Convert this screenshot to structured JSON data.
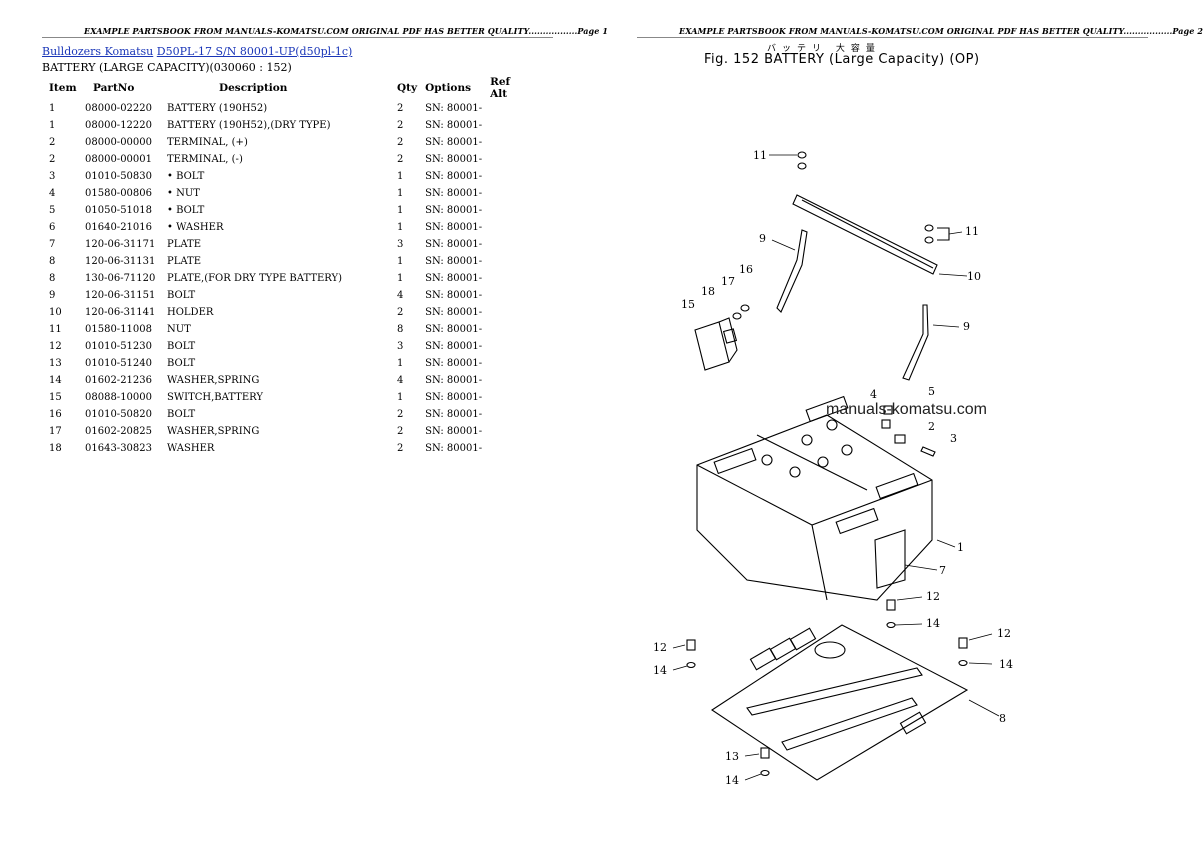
{
  "headers": {
    "left": "EXAMPLE PARTSBOOK FROM MANUALS-KOMATSU.COM ORIGINAL PDF HAS BETTER QUALITY.................Page 1",
    "right": "EXAMPLE PARTSBOOK FROM MANUALS-KOMATSU.COM ORIGINAL PDF HAS BETTER QUALITY.................Page 2"
  },
  "breadcrumb": {
    "link1": "Bulldozers Komatsu",
    "link2": "D50PL-17 S/N 80001-UP(d50pl-1c)"
  },
  "section_title": "BATTERY (LARGE CAPACITY)(030060 : 152)",
  "table": {
    "columns": [
      "Item",
      "PartNo",
      "Description",
      "Qty",
      "Options",
      "Ref Alt"
    ],
    "rows": [
      [
        "1",
        "08000-02220",
        "BATTERY (190H52)",
        "2",
        "SN: 80001-",
        ""
      ],
      [
        "1",
        "08000-12220",
        "BATTERY (190H52),(DRY TYPE)",
        "2",
        "SN: 80001-",
        ""
      ],
      [
        "2",
        "08000-00000",
        "TERMINAL, (+)",
        "2",
        "SN: 80001-",
        ""
      ],
      [
        "2",
        "08000-00001",
        "TERMINAL, (-)",
        "2",
        "SN: 80001-",
        ""
      ],
      [
        "3",
        "01010-50830",
        "• BOLT",
        "1",
        "SN: 80001-",
        ""
      ],
      [
        "4",
        "01580-00806",
        "• NUT",
        "1",
        "SN: 80001-",
        ""
      ],
      [
        "5",
        "01050-51018",
        "• BOLT",
        "1",
        "SN: 80001-",
        ""
      ],
      [
        "6",
        "01640-21016",
        "• WASHER",
        "1",
        "SN: 80001-",
        ""
      ],
      [
        "7",
        "120-06-31171",
        "PLATE",
        "3",
        "SN: 80001-",
        ""
      ],
      [
        "8",
        "120-06-31131",
        "PLATE",
        "1",
        "SN: 80001-",
        ""
      ],
      [
        "8",
        "130-06-71120",
        "PLATE,(FOR DRY TYPE BATTERY)",
        "1",
        "SN: 80001-",
        ""
      ],
      [
        "9",
        "120-06-31151",
        "BOLT",
        "4",
        "SN: 80001-",
        ""
      ],
      [
        "10",
        "120-06-31141",
        "HOLDER",
        "2",
        "SN: 80001-",
        ""
      ],
      [
        "11",
        "01580-11008",
        "NUT",
        "8",
        "SN: 80001-",
        ""
      ],
      [
        "12",
        "01010-51230",
        "BOLT",
        "3",
        "SN: 80001-",
        ""
      ],
      [
        "13",
        "01010-51240",
        "BOLT",
        "1",
        "SN: 80001-",
        ""
      ],
      [
        "14",
        "01602-21236",
        "WASHER,SPRING",
        "4",
        "SN: 80001-",
        ""
      ],
      [
        "15",
        "08088-10000",
        "SWITCH,BATTERY",
        "1",
        "SN: 80001-",
        ""
      ],
      [
        "16",
        "01010-50820",
        "BOLT",
        "2",
        "SN: 80001-",
        ""
      ],
      [
        "17",
        "01602-20825",
        "WASHER,SPRING",
        "2",
        "SN: 80001-",
        ""
      ],
      [
        "18",
        "01643-30823",
        "WASHER",
        "2",
        "SN: 80001-",
        ""
      ]
    ]
  },
  "figure": {
    "title": "Fig. 152   BATTERY (Large Capacity) (OP)",
    "jp_caption": "バッテリ 大容量",
    "watermark": "manuals-komatsu.com",
    "callouts": [
      "11",
      "11",
      "10",
      "9",
      "9",
      "15",
      "18",
      "17",
      "16",
      "4",
      "5",
      "2",
      "3",
      "1",
      "7",
      "12",
      "14",
      "12",
      "14",
      "12",
      "14",
      "8",
      "13",
      "14"
    ]
  }
}
